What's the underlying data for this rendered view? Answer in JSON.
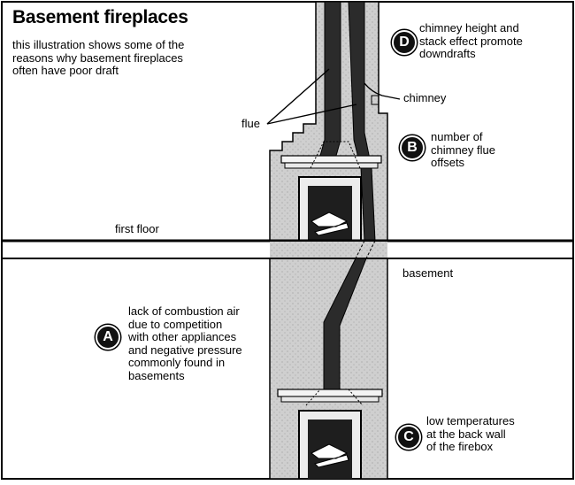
{
  "title": "Basement fireplaces",
  "intro": "this illustration shows some of the\nreasons why basement fireplaces\noften have poor draft",
  "labels": {
    "flue": "flue",
    "chimney": "chimney",
    "first_floor": "first floor",
    "basement": "basement"
  },
  "callouts": [
    {
      "letter": "D",
      "text": "chimney height and\nstack effect promote\ndowndrafts"
    },
    {
      "letter": "B",
      "text": "number of\nchimney flue\noffsets"
    },
    {
      "letter": "A",
      "text": "lack of combustion air\ndue to competition\nwith other appliances\nand negative pressure\ncommonly found in\nbasements"
    },
    {
      "letter": "C",
      "text": "low temperatures\nat the back wall\nof the firebox"
    }
  ]
}
